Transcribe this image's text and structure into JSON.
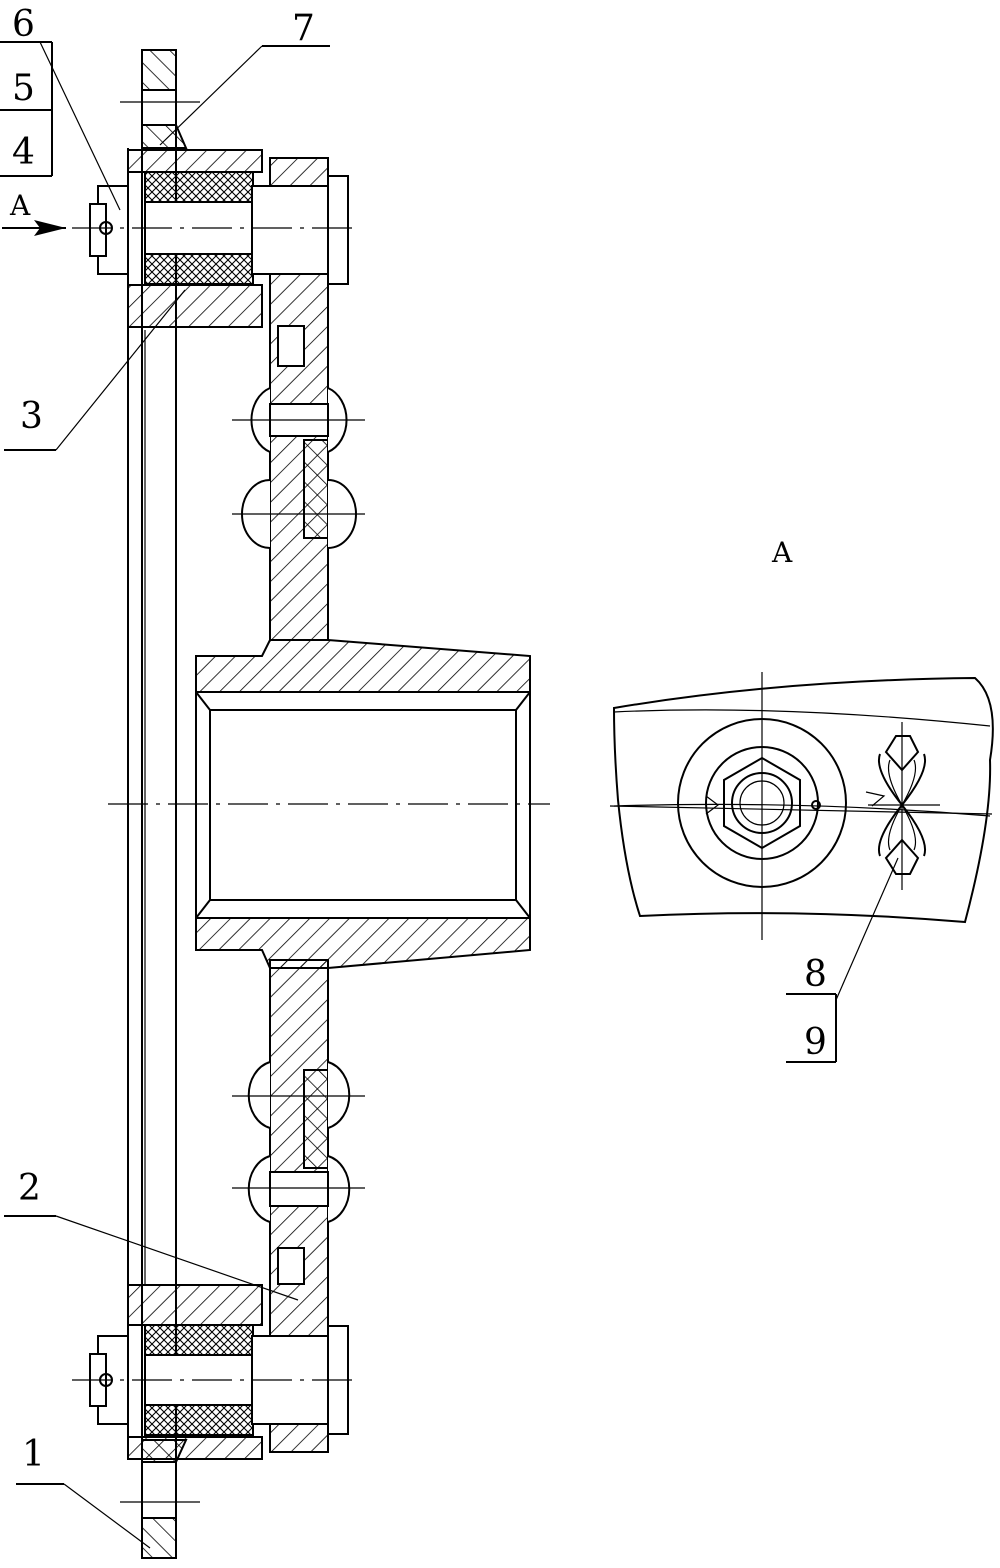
{
  "labels": {
    "p1": "1",
    "p2": "2",
    "p3": "3",
    "p4": "4",
    "p5": "5",
    "p6": "6",
    "p7": "7",
    "p8": "8",
    "p9": "9",
    "arrow_a": "A",
    "view_a": "A"
  }
}
